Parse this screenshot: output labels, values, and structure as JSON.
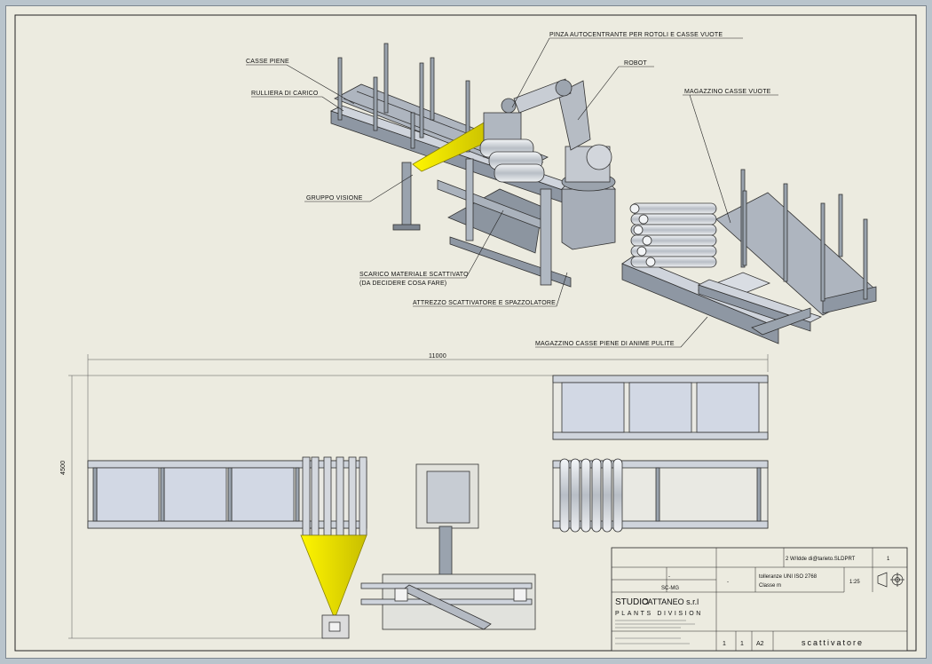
{
  "callouts": {
    "casse_piene": "CASSE PIENE",
    "rulliera": "RULLIERA DI CARICO",
    "pinza": "PINZA AUTOCENTRANTE PER ROTOLI E CASSE VUOTE",
    "robot": "ROBOT",
    "magazzino_vuote": "MAGAZZINO CASSE VUOTE",
    "gruppo_visione": "GRUPPO VISIONE",
    "scarico_line1": "SCARICO MATERIALE SCATTIVATO",
    "scarico_line2": "(DA DECIDERE COSA FARE)",
    "attrezzo": "ATTREZZO SCATTIVATORE E SPAZZOLATORE",
    "magazzino_piene": "MAGAZZINO CASSE PIENE DI ANIME PULITE"
  },
  "dimensions": {
    "width": "11000",
    "height": "4500"
  },
  "title_block": {
    "company_line1": "STUDIO",
    "company_line2": "CATTANEO s.r.l",
    "division": "PLANTS DIVISION",
    "sheet_code": "SC-MG",
    "file_ref": "2 W/Idde di@tarieto.SLDPRT",
    "tolerance_line": "tolleranze UNI ISO 2768",
    "class_line": "Classe m",
    "scale": "1:25",
    "sheet_number": "1",
    "sheets_total": "1",
    "format": "A2",
    "page": "1",
    "drawing_title": "scattivatore",
    "dash": "-"
  },
  "colors": {
    "accent_cone": "#e8e000",
    "frame_fill": "#cfd4dc",
    "frame_dark": "#6e7785",
    "line": "#333333"
  }
}
